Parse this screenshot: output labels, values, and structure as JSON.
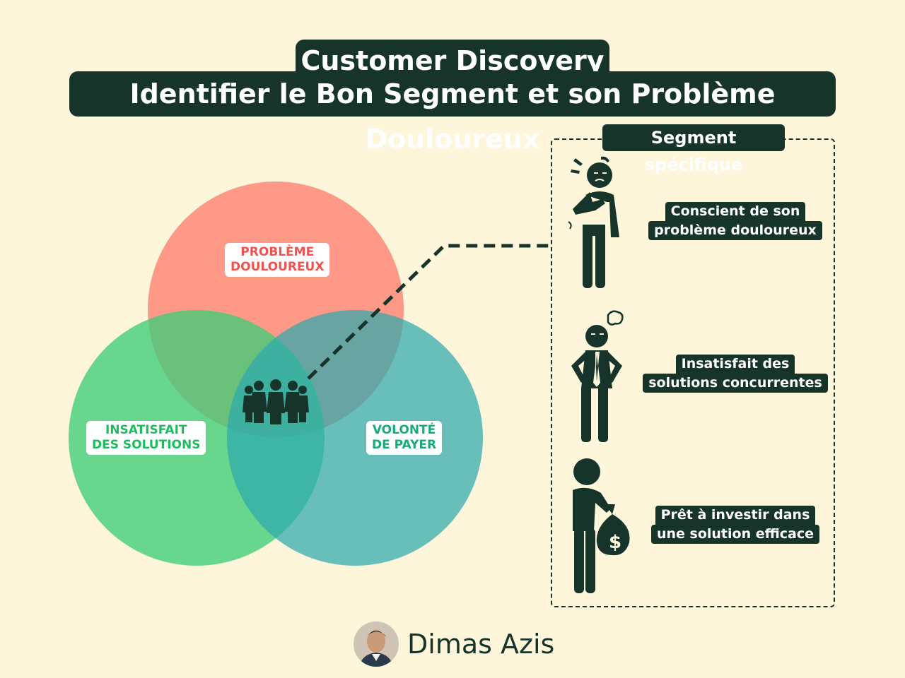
{
  "title": {
    "line1": "Customer Discovery :",
    "line2": "Identifier le Bon Segment et son Problème Douloureux"
  },
  "venn": {
    "problem": {
      "line1": "PROBLÈME",
      "line2": "DOULOUREUX",
      "color": "#fe8f80",
      "text_color": "#f0524f"
    },
    "unsatisfied": {
      "line1": "INSATISFAIT",
      "line2": "DES SOLUTIONS",
      "color": "#4fd281",
      "text_color": "#1dbc60"
    },
    "willingness": {
      "line1": "VOLONTÉ",
      "line2": "DE PAYER",
      "color": "#44b1b3",
      "text_color": "#18aa7a"
    }
  },
  "segment": {
    "title": "Segment spécifique",
    "items": [
      {
        "line1": "Conscient de son",
        "line2": "problème douloureux",
        "icon": "worried-person-icon"
      },
      {
        "line1": "Insatisfait des",
        "line2": "solutions concurrentes",
        "icon": "angry-businessman-icon"
      },
      {
        "line1": "Prêt à investir dans",
        "line2": "une solution efficace",
        "icon": "person-with-money-bag-icon"
      }
    ]
  },
  "author": {
    "name": "Dimas Azis"
  },
  "colors": {
    "dark": "#17342b",
    "background": "#fdf6da"
  }
}
